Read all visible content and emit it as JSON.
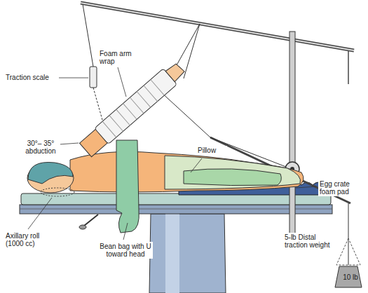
{
  "diagram": {
    "labels": [
      "Traction scale",
      "Foam arm wrap",
      "30°– 35° abduction",
      "Pillow",
      "Egg crate foam pad",
      "5-lb Distal traction weight",
      "10 lb",
      "Axillary roll (1000 cc)",
      "Bean bag with U toward head"
    ]
  }
}
